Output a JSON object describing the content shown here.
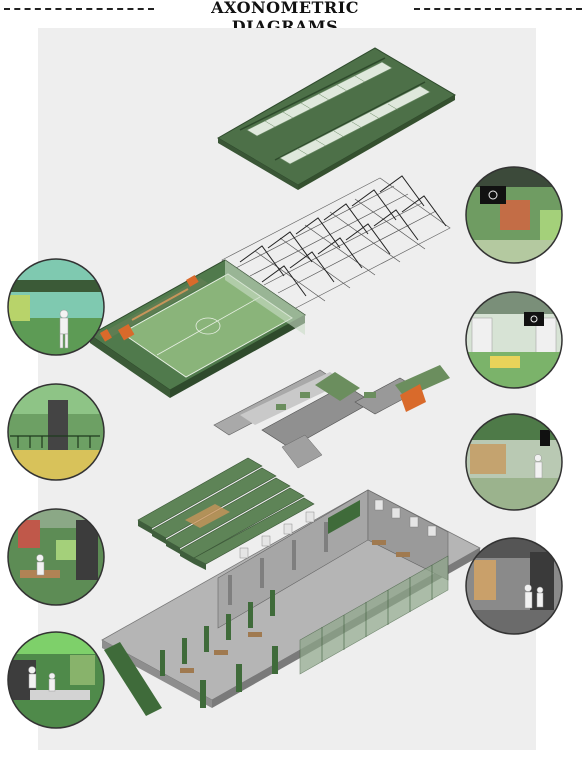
{
  "header": {
    "title": "AXONOMETRIC DIAGRAMS"
  },
  "colors": {
    "roof_green": "#5b7e55",
    "roof_dark": "#3f5e3c",
    "pitch": "#8ab47a",
    "concrete": "#b5b5b5",
    "concrete_dark": "#8e8e8e",
    "accent_orange": "#d96a2b",
    "panel_bg": "#eeeeee"
  },
  "vignettes": [
    {
      "id": "court-player",
      "icon": "person-figure"
    },
    {
      "id": "mezzanine-walkway",
      "icon": "railing"
    },
    {
      "id": "cafe-lounge",
      "icon": "person-figure"
    },
    {
      "id": "gym-interior",
      "icon": "person-figure"
    },
    {
      "id": "screen-lounge",
      "icon": "screen"
    },
    {
      "id": "atrium-seating",
      "icon": "screen"
    },
    {
      "id": "bar-area",
      "icon": "person-figure"
    },
    {
      "id": "entrance-lobby",
      "icon": "person-figure"
    }
  ]
}
